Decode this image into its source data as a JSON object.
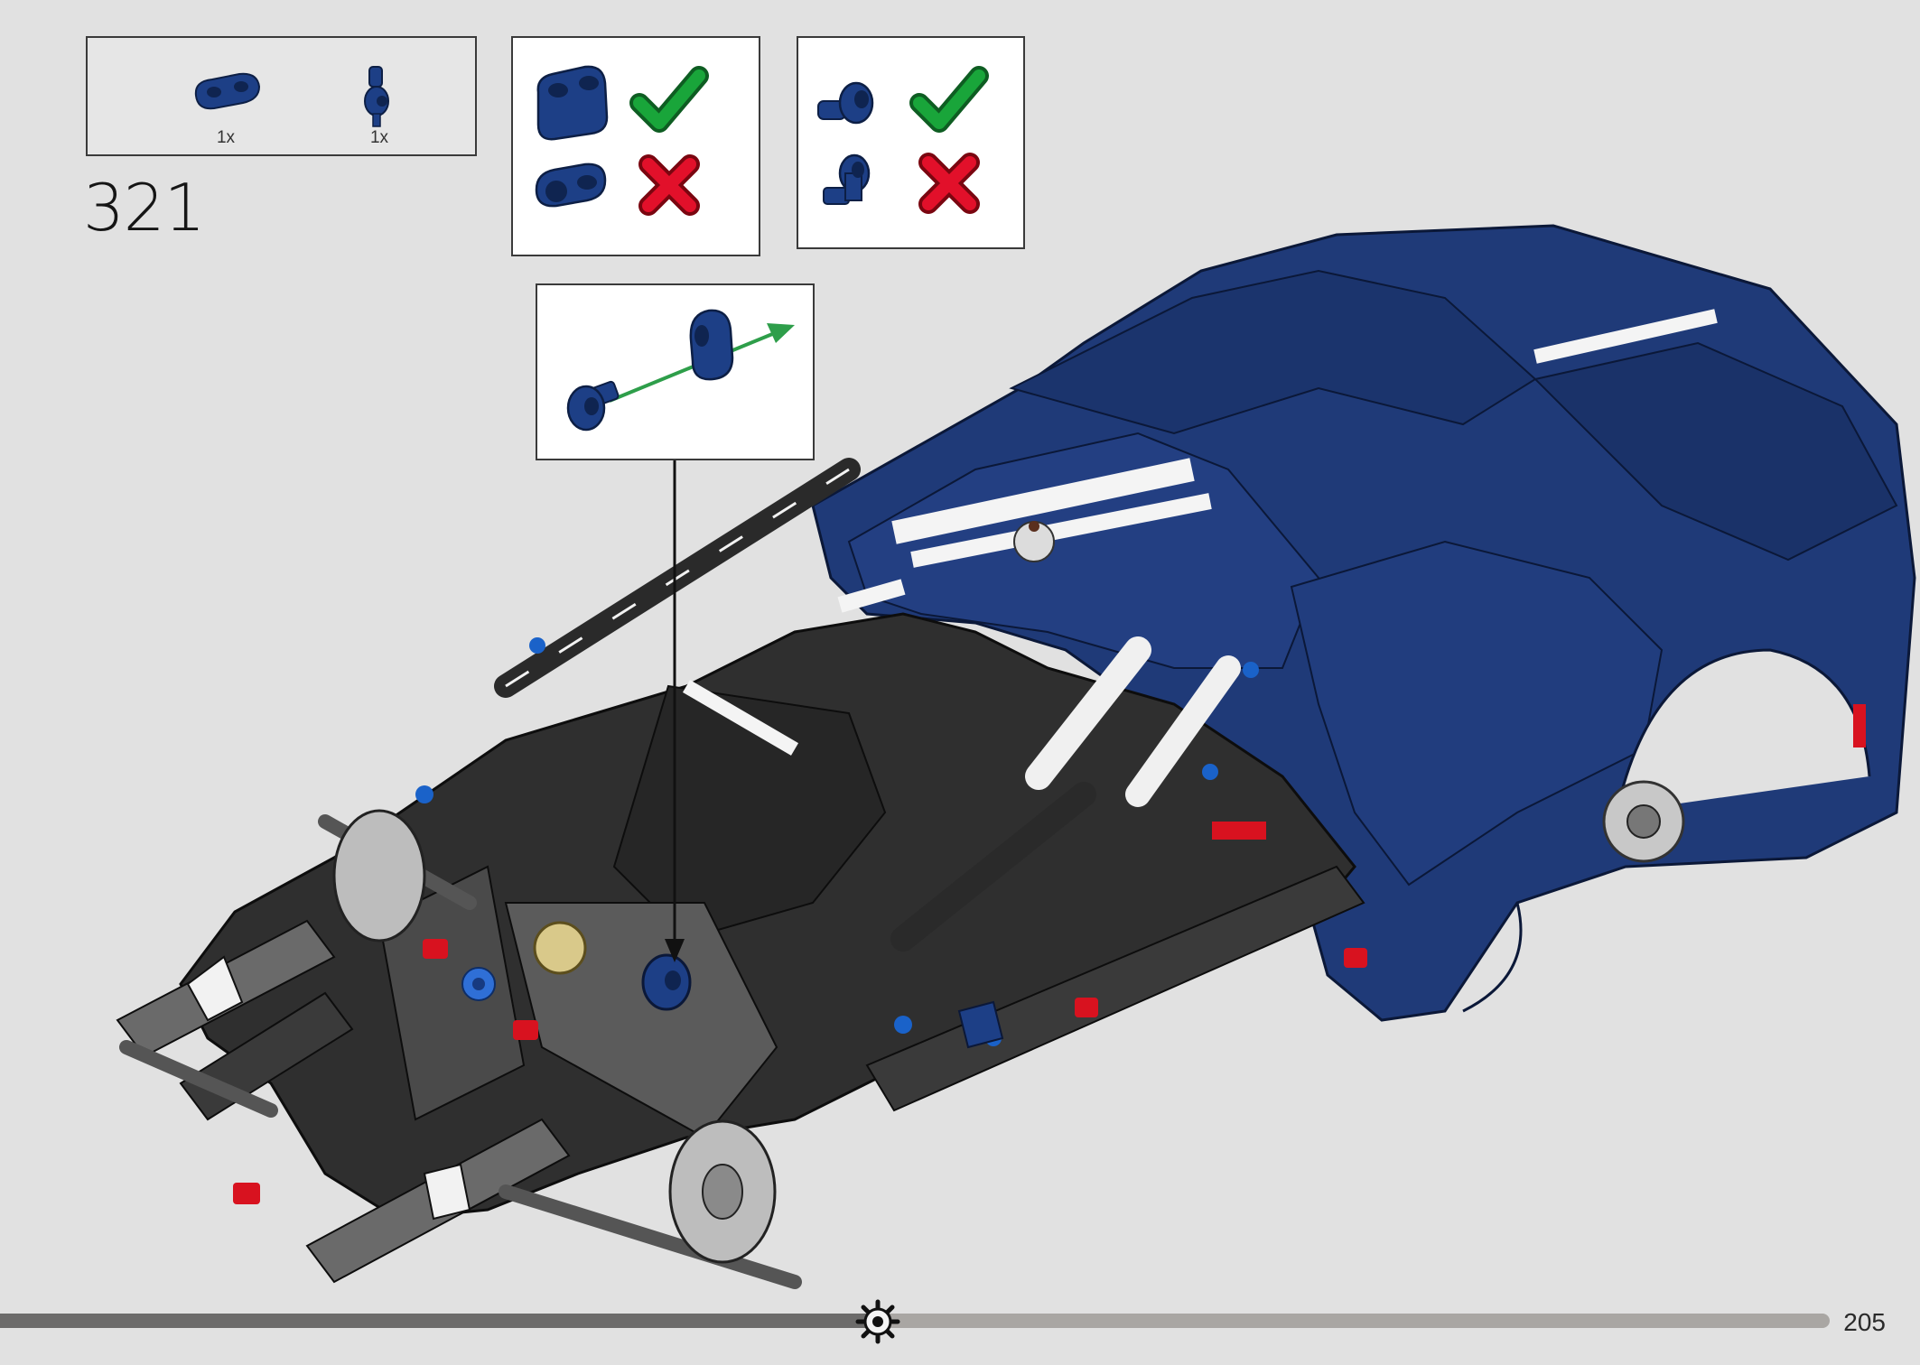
{
  "step": {
    "number": "321"
  },
  "parts_needed": [
    {
      "name": "dark-blue-liftarm-beam",
      "quantity": "1x"
    },
    {
      "name": "dark-blue-axle-pin-connector",
      "quantity": "1x"
    }
  ],
  "orientation_checks": [
    {
      "part": "liftarm-beam",
      "correct": "check-icon",
      "wrong": "cross-icon"
    },
    {
      "part": "axle-connector",
      "correct": "check-icon",
      "wrong": "cross-icon"
    }
  ],
  "assembly_callout": {
    "arrow_color": "#2e9e4a"
  },
  "model": {
    "description_colors": {
      "body": "#1f3a78",
      "frame": "#2b2b2b",
      "accent_red": "#d8121f",
      "highlight_blue": "#1a62c9"
    }
  },
  "progress": {
    "fraction": 0.48
  },
  "page": {
    "number": "205"
  },
  "colors": {
    "background": "#e1e1e1",
    "check": "#19a53a",
    "cross": "#e2102a"
  }
}
